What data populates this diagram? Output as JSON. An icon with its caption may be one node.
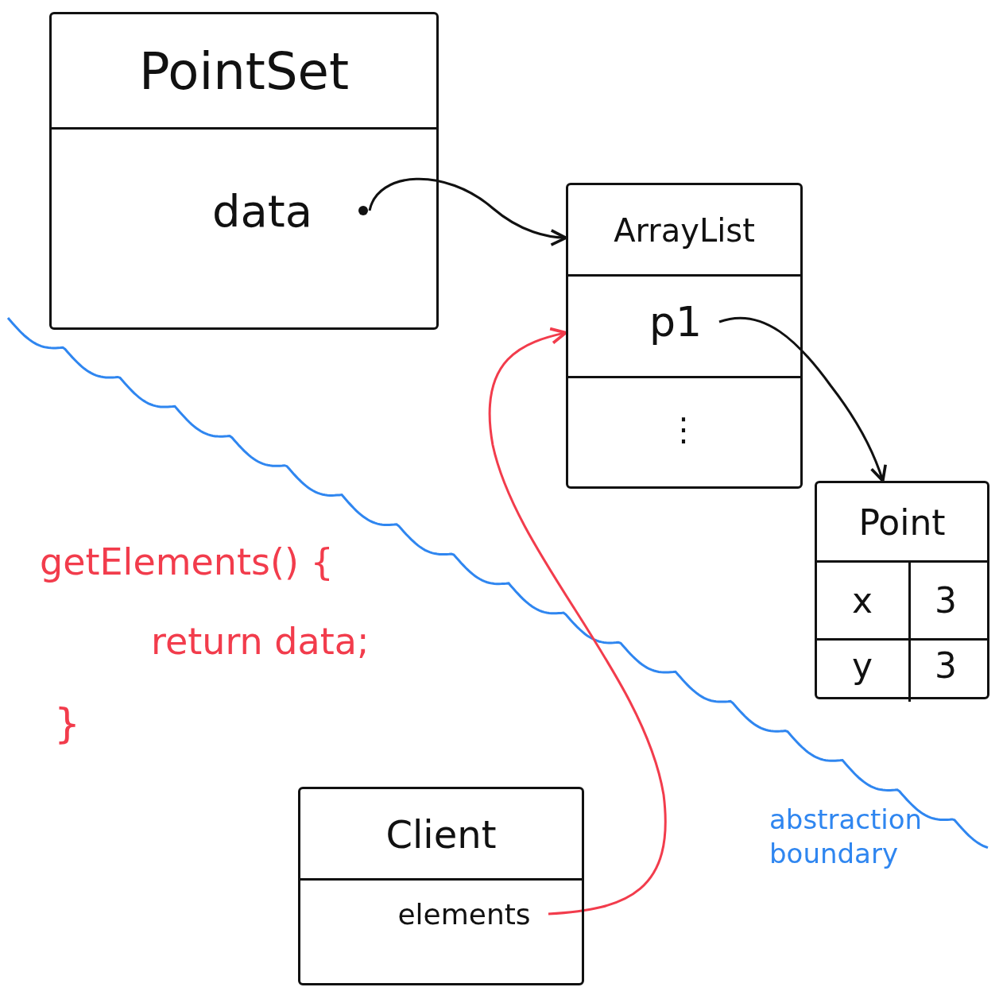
{
  "diagram": {
    "nodes": [
      {
        "text": [
          "PointSet"
        ]
      },
      {
        "text": [
          "data"
        ],
        "in": 0
      },
      {
        "text": [
          "ArrayList"
        ]
      },
      {
        "text": [
          "p1"
        ],
        "in": 2
      },
      {
        "text": [
          "⋮"
        ],
        "in": 2
      },
      {
        "text": [
          "Point"
        ]
      },
      {
        "text": [
          "x"
        ],
        "in": 5
      },
      {
        "text": [
          "3"
        ],
        "in": 5
      },
      {
        "text": [
          "y"
        ],
        "in": 5
      },
      {
        "text": [
          "3"
        ],
        "in": 5
      },
      {
        "text": [
          "Client"
        ]
      },
      {
        "text": [
          "elements"
        ],
        "in": 10
      }
    ],
    "edges": [
      {
        "from": 1,
        "to": 2,
        "arrow": "to"
      },
      {
        "from": 3,
        "to": 5,
        "arrow": "to"
      },
      {
        "from": 11,
        "to": 2,
        "arrow": "to",
        "color": "#f23c4c"
      }
    ],
    "labels": [
      "getElements() {",
      "return data;",
      "}",
      "abstraction boundary"
    ]
  }
}
